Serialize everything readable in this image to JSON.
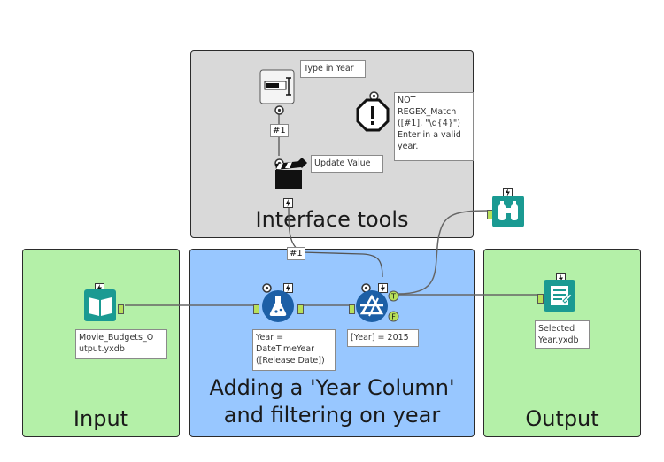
{
  "containers": {
    "interface_title": "Interface tools",
    "adding_title_line1": "Adding a 'Year Column'",
    "adding_title_line2": "and filtering on year",
    "input_title": "Input",
    "output_title": "Output"
  },
  "annotations": {
    "type_in_year": "Type in Year",
    "update_value": "Update Value",
    "regex_line1": "NOT",
    "regex_line2": "REGEX_Match",
    "regex_line3": "([#1], \"\\d{4}\")",
    "regex_line4": "Enter in a valid",
    "regex_line5": "year.",
    "movie_line1": "Movie_Budgets_O",
    "movie_line2": "utput.yxdb",
    "formula_line1": "Year =",
    "formula_line2": "DateTimeYear",
    "formula_line3": "([Release Date])",
    "filter_expr": "[Year] = 2015",
    "selected_line1": "Selected",
    "selected_line2": "Year.yxdb"
  },
  "connections": {
    "label_1": "#1",
    "label_2": "#1"
  },
  "anchors": {
    "filter_true": "T",
    "filter_false": "F"
  },
  "icons": {
    "textbox": "text-box-icon",
    "error_message": "error-message-icon",
    "action": "action-clapper-icon",
    "browse": "browse-binoculars-icon",
    "input_data": "input-data-book-icon",
    "formula": "formula-flask-icon",
    "filter": "filter-icon",
    "output_data": "output-data-icon",
    "lightning": "lightning-icon"
  },
  "colors": {
    "interface_bg": "#d9d9d9",
    "adding_bg": "#98c7ff",
    "io_bg": "#b4f0a8",
    "tool_teal": "#1a9a92",
    "tool_blue": "#1c5fa6"
  }
}
